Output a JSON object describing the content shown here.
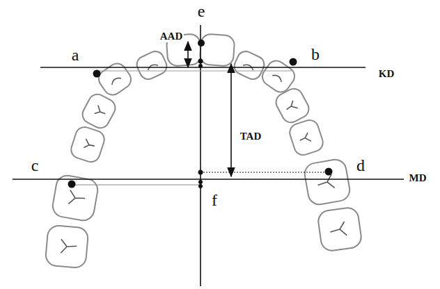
{
  "diagram": {
    "labels": [
      "e",
      "AAD",
      "a",
      "b",
      "KD",
      "TAD",
      "c",
      "d",
      "MD",
      "f"
    ]
  }
}
